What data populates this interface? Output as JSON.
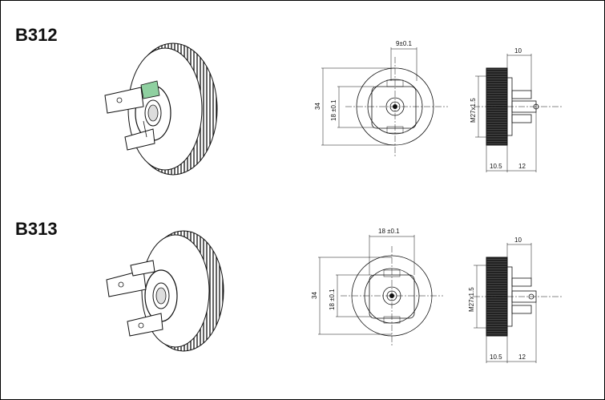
{
  "products": [
    {
      "model": "B312",
      "front_view": {
        "width_dim": "9±0.1",
        "height_dim": "18 ±0.1",
        "outer_dim": "34"
      },
      "side_view": {
        "top_dim": "10",
        "thread_dim": "M27x1.5",
        "left_dim": "10.5",
        "right_dim": "12"
      }
    },
    {
      "model": "B313",
      "front_view": {
        "width_dim": "18 ±0.1",
        "height_dim": "18 ±0.1",
        "outer_dim": "34"
      },
      "side_view": {
        "top_dim": "10",
        "thread_dim": "M27x1.5",
        "left_dim": "10.5",
        "right_dim": "12"
      }
    }
  ],
  "colors": {
    "line": "#111111",
    "background": "#ffffff",
    "insulator": "#8fd0a0"
  }
}
